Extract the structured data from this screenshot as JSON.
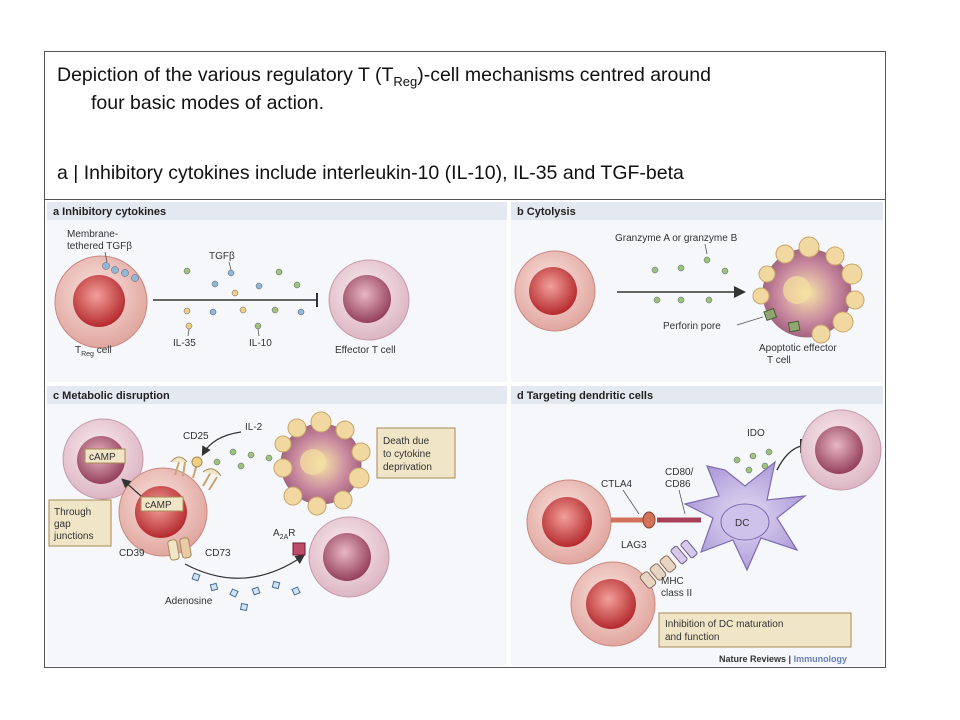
{
  "caption": {
    "line1_pre": "Depiction of the various regulatory T (T",
    "line1_sub": "Reg",
    "line1_post": ")-cell mechanisms centred around",
    "line2": "four basic modes of action.",
    "line3": "a | Inhibitory cytokines include interleukin-10 (IL-10), IL-35 and TGF-beta"
  },
  "panels": {
    "a": {
      "title": "a  Inhibitory cytokines",
      "membrane_label_1": "Membrane-",
      "membrane_label_2": "tethered TGFβ",
      "tgfb_label": "TGFβ",
      "treg_label_pre": "T",
      "treg_label_sub": "Reg",
      "treg_label_post": " cell",
      "il35_label": "IL-35",
      "il10_label": "IL-10",
      "effector_label": "Effector T cell"
    },
    "b": {
      "title": "b  Cytolysis",
      "granzyme_label": "Granzyme A or granzyme B",
      "perforin_label": "Perforin pore",
      "apoptotic_label_1": "Apoptotic effector",
      "apoptotic_label_2": "T cell"
    },
    "c": {
      "title": "c  Metabolic disruption",
      "cd25_label": "CD25",
      "il2_label": "IL-2",
      "camp_label": "cAMP",
      "death_label_1": "Death due",
      "death_label_2": "to cytokine",
      "death_label_3": "deprivation",
      "gap_label_1": "Through",
      "gap_label_2": "gap",
      "gap_label_3": "junctions",
      "cd39_label": "CD39",
      "cd73_label": "CD73",
      "a2ar_label_pre": "A",
      "a2ar_label_sub": "2A",
      "a2ar_label_post": "R",
      "adenosine_label": "Adenosine"
    },
    "d": {
      "title": "d  Targeting dendritic cells",
      "ido_label": "IDO",
      "ctla4_label": "CTLA4",
      "cd80_label": "CD80/",
      "cd86_label": "CD86",
      "dc_label": "DC",
      "lag3_label": "LAG3",
      "mhc_label_1": "MHC",
      "mhc_label_2": "class II",
      "inhibition_label_1": "Inhibition of DC maturation",
      "inhibition_label_2": "and function"
    }
  },
  "credit": {
    "journal": "Nature Reviews",
    "separator": " | ",
    "section": "Immunology"
  },
  "colors": {
    "panel_bg": "#f5f7fb",
    "header_bg": "#e4e8f0",
    "treg_outer": "#e6b3ac",
    "treg_inner": "#c0393b",
    "effector_outer": "#e2c3cf",
    "effector_inner": "#a8556e",
    "bubble": "#f0d8a0",
    "dot_green": "#9cc47a",
    "dot_blue": "#8fb7d6",
    "dot_yellow": "#f0d080",
    "dc_fill": "#b9a9dc",
    "label_box": "#f1e5c8",
    "arrow": "#333333"
  }
}
